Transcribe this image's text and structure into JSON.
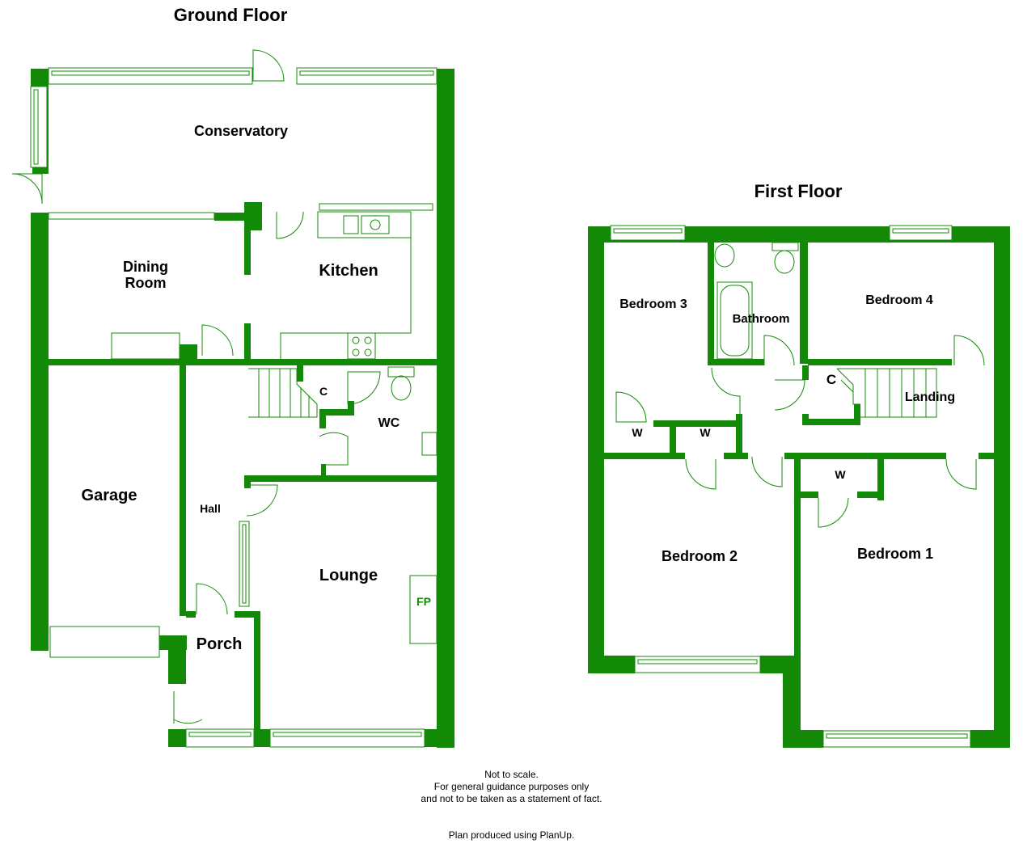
{
  "floors": {
    "ground": {
      "title": "Ground Floor",
      "rooms": {
        "conservatory": "Conservatory",
        "dining_line1": "Dining",
        "dining_line2": "Room",
        "kitchen": "Kitchen",
        "garage": "Garage",
        "hall": "Hall",
        "cupboard": "C",
        "wc": "WC",
        "lounge": "Lounge",
        "fireplace": "FP",
        "porch": "Porch"
      }
    },
    "first": {
      "title": "First Floor",
      "rooms": {
        "bedroom3": "Bedroom 3",
        "bathroom": "Bathroom",
        "bedroom4": "Bedroom 4",
        "cupboard": "C",
        "landing": "Landing",
        "wardrobe_a": "W",
        "wardrobe_b": "W",
        "wardrobe_c": "W",
        "bedroom2": "Bedroom 2",
        "bedroom1": "Bedroom 1"
      }
    }
  },
  "footer": {
    "line1": "Not to scale.",
    "line2": "For general guidance purposes only",
    "line3": "and not to be taken as a statement of fact.",
    "credit": "Plan produced using PlanUp."
  },
  "colors": {
    "wall": "#138a07",
    "background": "#ffffff",
    "text": "#000000"
  }
}
